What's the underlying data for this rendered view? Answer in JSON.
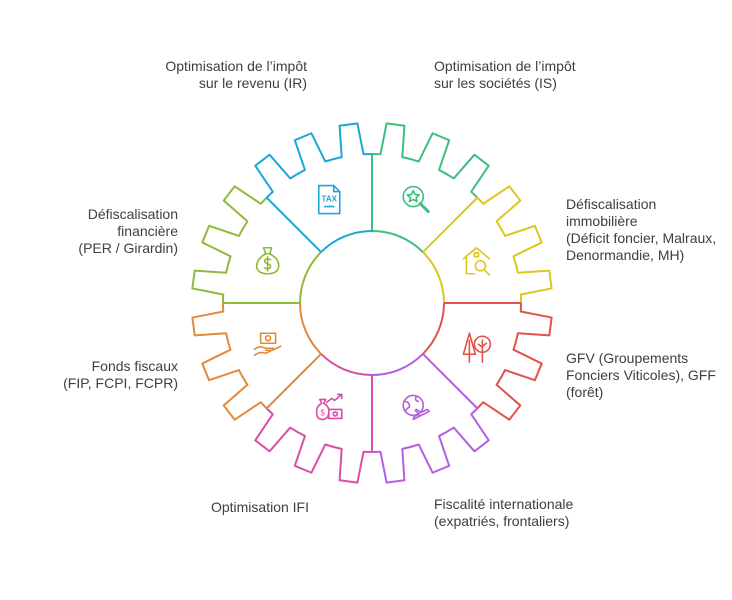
{
  "diagram": {
    "segments": [
      {
        "id": "is",
        "label": "Optimisation de l’impôt\nsur les sociétés (IS)",
        "color": "#3cbf7e",
        "icon": "search-star-icon"
      },
      {
        "id": "immo",
        "label": "Défiscalisation\nimmobilière\n(Déficit foncier, Malraux,\nDenormandie, MH)",
        "color": "#dcc81c",
        "icon": "house-search-icon"
      },
      {
        "id": "gfv",
        "label": "GFV (Groupements\nFonciers Viticoles), GFF\n(forêt)",
        "color": "#e0524a",
        "icon": "trees-icon"
      },
      {
        "id": "intl",
        "label": "Fiscalité internationale\n(expatriés, frontaliers)",
        "color": "#b25fe0",
        "icon": "globe-plane-icon"
      },
      {
        "id": "ifi",
        "label": "Optimisation IFI",
        "color": "#d94fa6",
        "icon": "money-growth-icon"
      },
      {
        "id": "fonds",
        "label": "Fonds fiscaux\n(FIP, FCPI, FCPR)",
        "color": "#e28a3a",
        "icon": "hand-cash-icon"
      },
      {
        "id": "fin",
        "label": "Défiscalisation\nfinancière\n(PER / Girardin)",
        "color": "#8fbb38",
        "icon": "money-bag-icon"
      },
      {
        "id": "ir",
        "label": "Optimisation de l’impôt\nsur le revenu (IR)",
        "color": "#1ea6d8",
        "icon": "tax-document-icon"
      }
    ],
    "tax_icon_text": "TAX"
  }
}
